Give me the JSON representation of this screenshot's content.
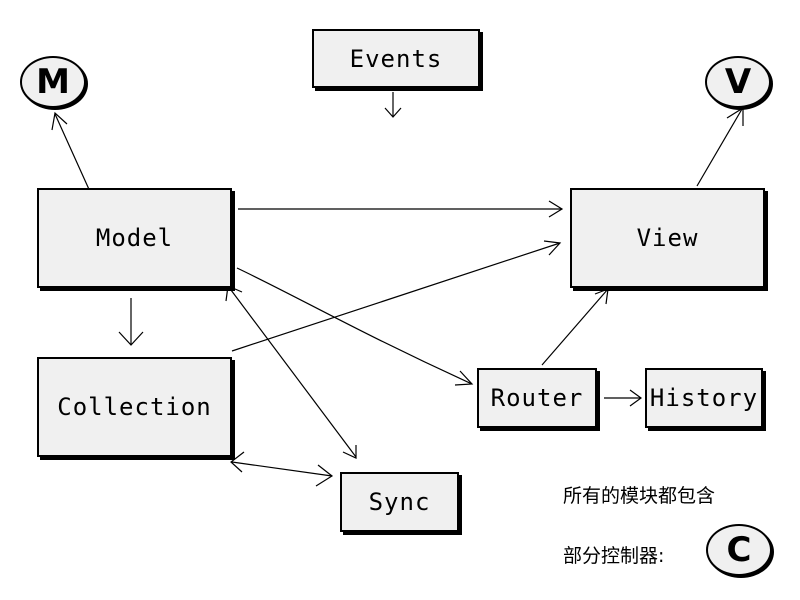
{
  "nodes": {
    "events": "Events",
    "model": "Model",
    "view": "View",
    "collection": "Collection",
    "router": "Router",
    "history": "History",
    "sync": "Sync"
  },
  "circles": {
    "m": "M",
    "v": "V",
    "c": "C"
  },
  "note": {
    "line1": "所有的模块都包含",
    "line2": "部分控制器:"
  }
}
